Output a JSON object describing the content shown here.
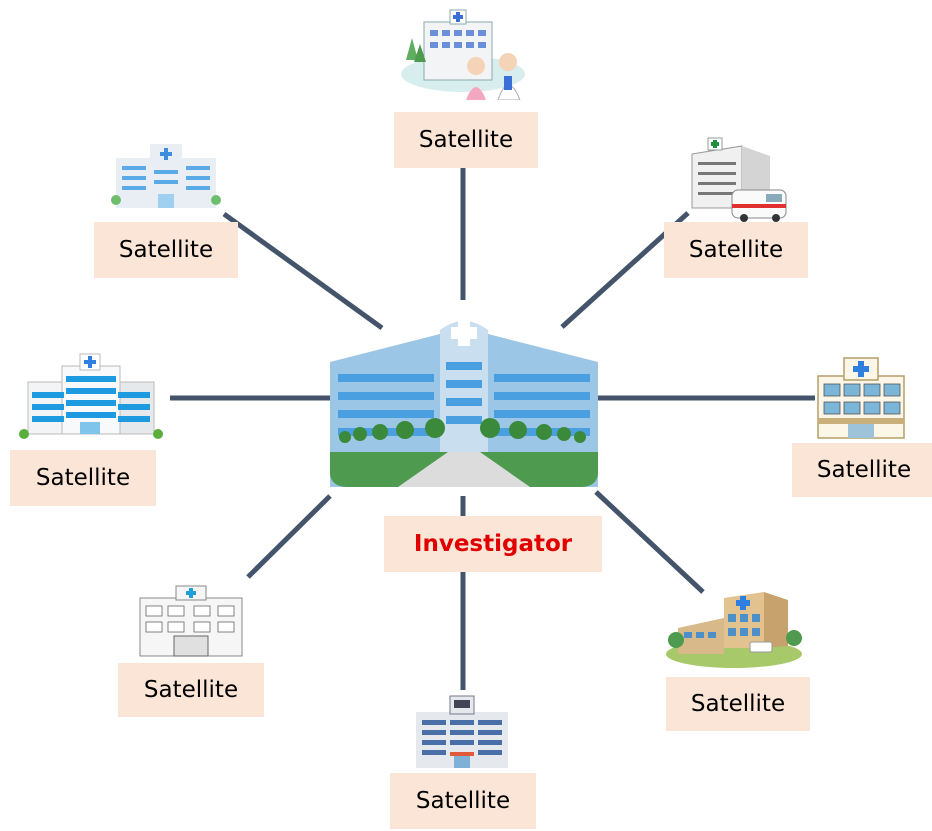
{
  "center": {
    "label": "Investigator",
    "label_color": "#e00000"
  },
  "satellites": [
    {
      "id": "top",
      "label": "Satellite"
    },
    {
      "id": "top-left",
      "label": "Satellite"
    },
    {
      "id": "top-right",
      "label": "Satellite"
    },
    {
      "id": "left",
      "label": "Satellite"
    },
    {
      "id": "right",
      "label": "Satellite"
    },
    {
      "id": "bottom-left",
      "label": "Satellite"
    },
    {
      "id": "bottom-right",
      "label": "Satellite"
    },
    {
      "id": "bottom",
      "label": "Satellite"
    }
  ],
  "colors": {
    "connector": "#44546a",
    "label_bg": "#fbe5d6"
  }
}
